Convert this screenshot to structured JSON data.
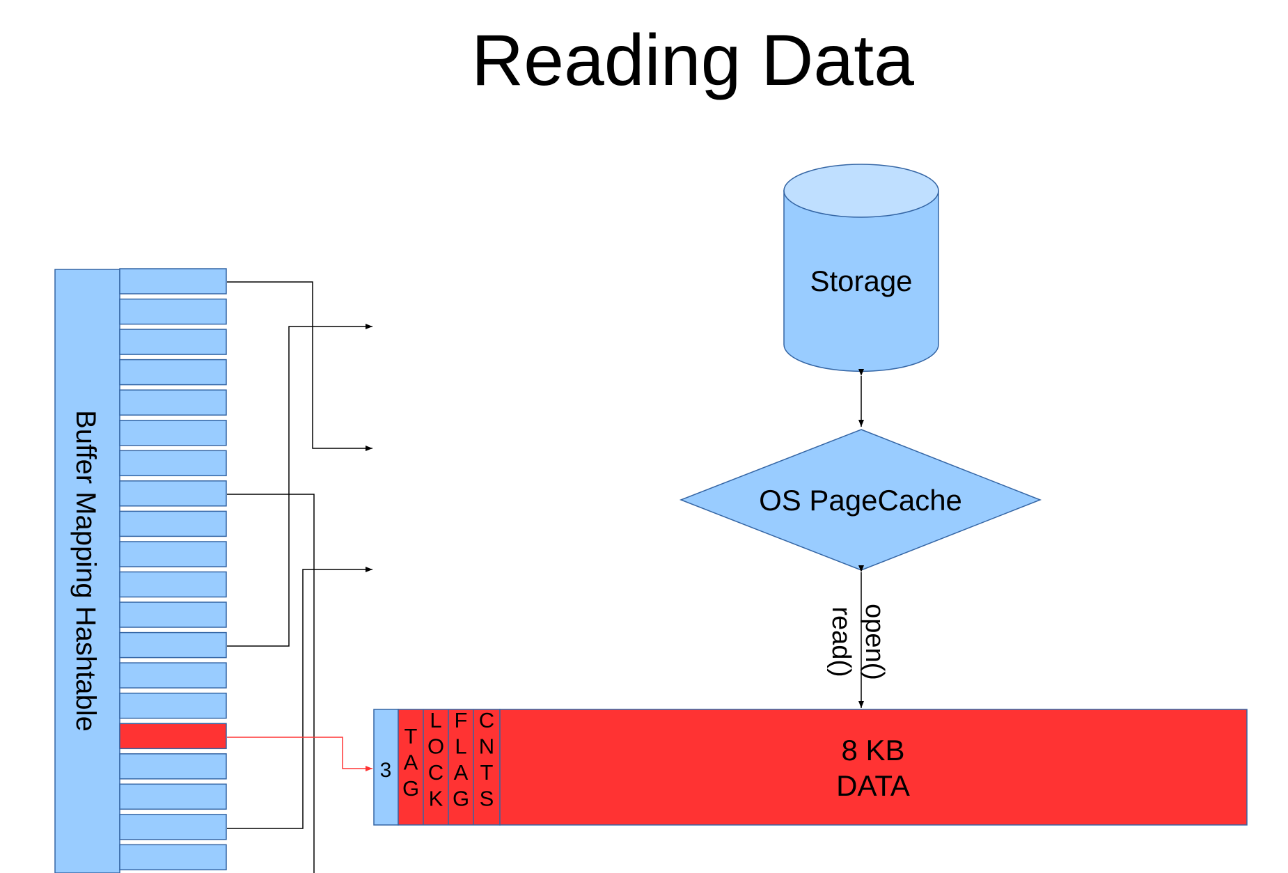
{
  "title": "Reading Data",
  "hashtable": {
    "label": "Buffer Mapping Hashtable",
    "slot_count": 20,
    "highlighted_slot": 15
  },
  "storage": {
    "label": "Storage"
  },
  "pagecache": {
    "label": "OS PageCache"
  },
  "syscalls": {
    "open": "open()",
    "read": "read()"
  },
  "buffer": {
    "id": "3",
    "fields": [
      {
        "name": "tag",
        "letters": [
          "T",
          "A",
          "G"
        ]
      },
      {
        "name": "lock",
        "letters": [
          "L",
          "O",
          "C",
          "K"
        ]
      },
      {
        "name": "flags",
        "letters": [
          "F",
          "L",
          "A",
          "G"
        ]
      },
      {
        "name": "cnts",
        "letters": [
          "C",
          "N",
          "T",
          "S"
        ]
      }
    ],
    "data_line1": "8 KB",
    "data_line2": "DATA"
  },
  "colors": {
    "light_blue": "#99ccff",
    "blue_border": "#3465a4",
    "cylinder_top": "#bfdfff",
    "red": "#ff3333",
    "red_border": "#c9211e",
    "line": "#000000"
  }
}
